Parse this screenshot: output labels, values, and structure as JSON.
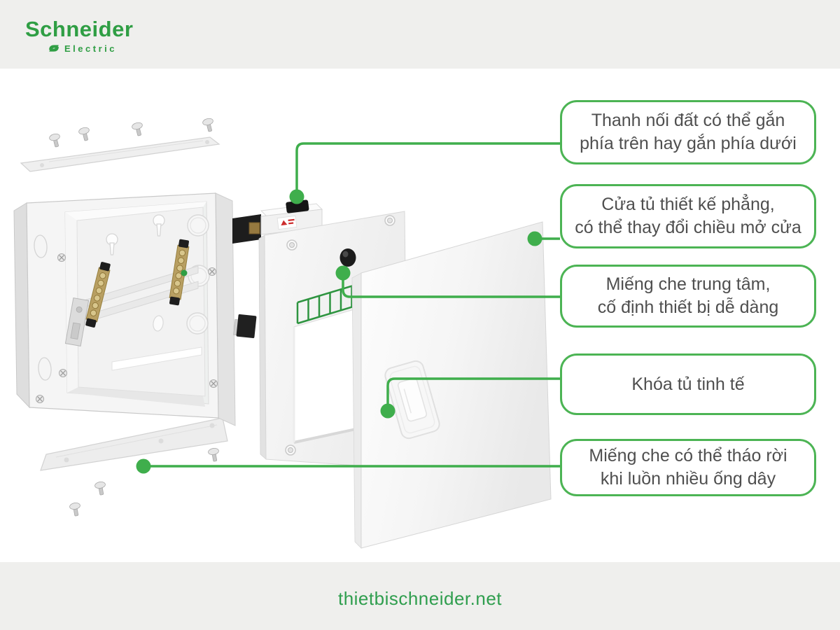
{
  "brand": {
    "name": "Schneider",
    "subtitle": "Electric"
  },
  "callouts": [
    {
      "id": "ground-bar",
      "lines": [
        "Thanh nối đất có thể gắn",
        "phía trên hay gắn phía dưới"
      ]
    },
    {
      "id": "door",
      "lines": [
        "Cửa tủ thiết kế phẳng,",
        "có thể thay đổi chiều mở cửa"
      ]
    },
    {
      "id": "center-cover",
      "lines": [
        "Miếng che trung tâm,",
        "cố định thiết bị dễ dàng"
      ]
    },
    {
      "id": "lock",
      "lines": [
        "Khóa tủ tinh tế"
      ]
    },
    {
      "id": "cable-cover",
      "lines": [
        "Miếng che có thể tháo rời",
        "khi luồn nhiều ống dây"
      ]
    }
  ],
  "diagram": {
    "parts": [
      "top-cover-plate",
      "mounting-screws",
      "enclosure-box",
      "terminal-blocks",
      "ground-bar",
      "center-cover-panel",
      "door-panel",
      "door-lock",
      "bottom-cover-plate"
    ]
  },
  "footer": {
    "website": "thietbischneider.net"
  },
  "colors": {
    "accent_green": "#3fae4c",
    "callout_border": "#4cb454",
    "logo_green": "#2f9e44",
    "text_gray": "#4f4f4f",
    "background_gray": "#efefed",
    "canvas_white": "#ffffff"
  }
}
